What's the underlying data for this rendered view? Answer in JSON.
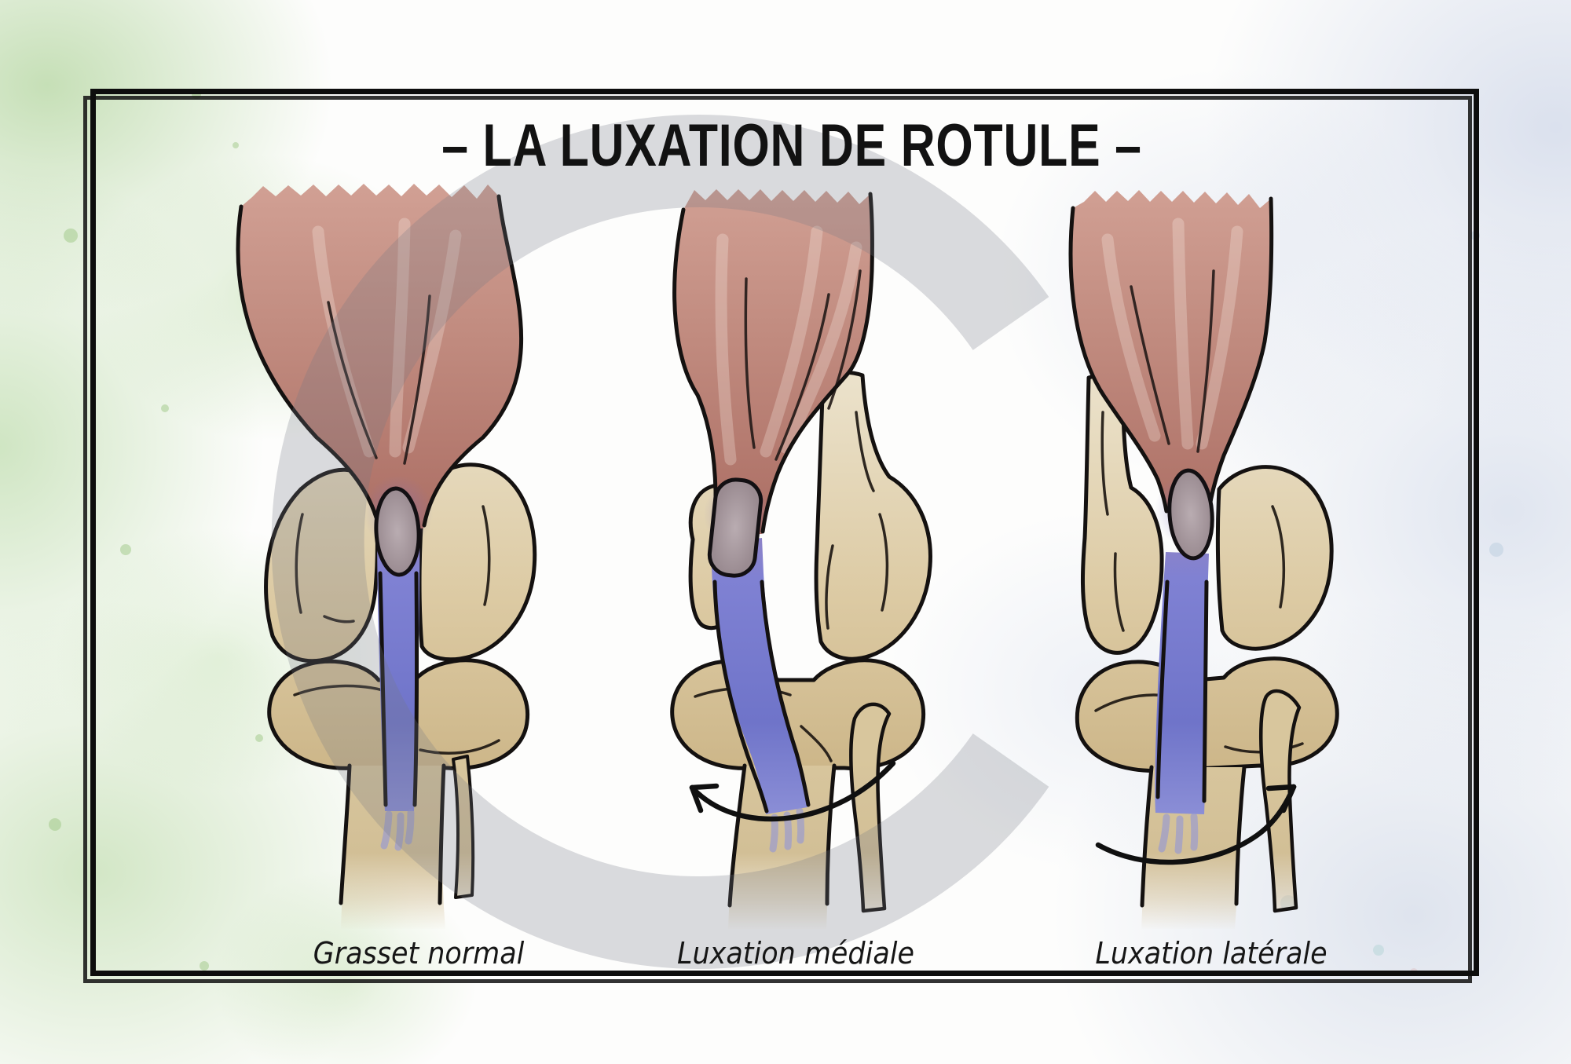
{
  "meta": {
    "kind": "veterinary-educational-poster",
    "language": "fr",
    "subject": "Patellar luxation of the stifle (knee) joint, three-panel anatomical illustration"
  },
  "title": {
    "text": "– LA LUXATION DE ROTULE –"
  },
  "watermark": {
    "letter": "C",
    "name": "copyright-watermark-icon",
    "color": "#737884",
    "opacity": 0.26
  },
  "palette": {
    "frame": "#0d0d0d",
    "outline": "#141110",
    "muscle": "#c08a7e",
    "muscle_light": "#d2a195",
    "bone": "#dccaa3",
    "bone_dark": "#cbb486",
    "ligament": "#7f81d3",
    "ligament_deep": "#6f74c9",
    "patella": "#a2949b",
    "bg_green": "#bcd9ab",
    "bg_blue": "#ccd6e6",
    "label_color": "#161616"
  },
  "figures": [
    {
      "id": "normal",
      "label": "Grasset normal",
      "patella": "centered-in-trochlea",
      "ligament": "vertical",
      "arrow": "none"
    },
    {
      "id": "medial",
      "label": "Luxation médiale",
      "patella": "displaced-medially",
      "ligament": "oblique",
      "arrow": "curved-arrow-left"
    },
    {
      "id": "lateral",
      "label": "Luxation latérale",
      "patella": "displaced-laterally",
      "ligament": "oblique",
      "arrow": "curved-arrow-right"
    }
  ]
}
